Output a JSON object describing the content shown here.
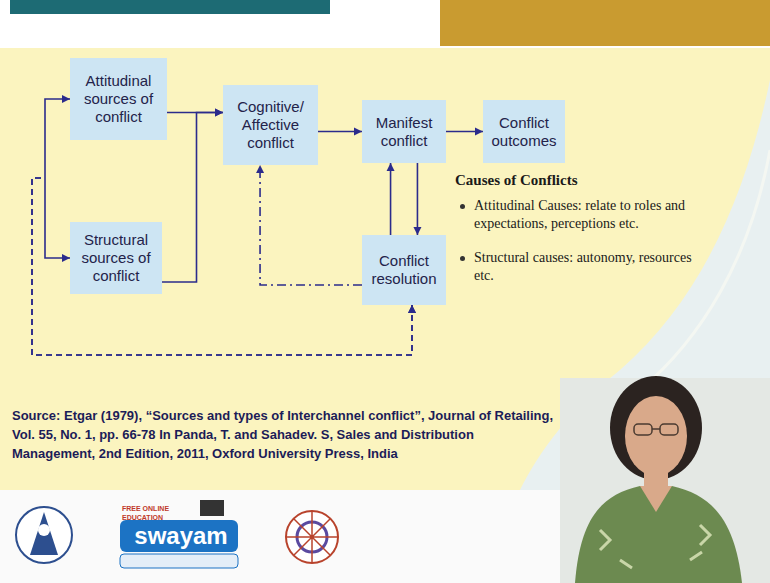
{
  "diagram": {
    "nodes": [
      {
        "text": [
          "Attitudinal sources of conflict"
        ]
      },
      {
        "text": [
          "Structural sources of conflict"
        ]
      },
      {
        "text": [
          "Cognitive/ Affective conflict"
        ]
      },
      {
        "text": [
          "Manifest conflict"
        ]
      },
      {
        "text": [
          "Conflict outcomes"
        ]
      },
      {
        "text": [
          "Conflict resolution"
        ]
      }
    ],
    "edges": [
      {
        "from": 0,
        "to": 2,
        "arrow": "to"
      },
      {
        "from": 1,
        "to": 2,
        "arrow": "to"
      },
      {
        "from": 2,
        "to": 3,
        "arrow": "to"
      },
      {
        "from": 3,
        "to": 4,
        "arrow": "to"
      },
      {
        "from": 3,
        "to": 5,
        "arrow": "to"
      },
      {
        "from": 5,
        "to": 3,
        "arrow": "to"
      },
      {
        "from": 5,
        "to": 2,
        "arrow": "to"
      },
      {
        "from": 5,
        "to": 0,
        "arrow": "both"
      },
      {
        "from": 5,
        "to": 1,
        "arrow": "both"
      }
    ],
    "labels": [
      "Causes of Conflicts",
      "Attitudinal Causes: relate to roles and expectations, perceptions etc.",
      "Structural causes: autonomy, resources etc.",
      "Source: Etgar (1979), “Sources and types of Interchannel conflict”, Journal of Retailing, Vol. 55, No. 1, pp. 66-78 In Panda, T. and Sahadev. S, Sales and Distribution Management, 2nd Edition, 2011, Oxford University Press, India",
      "FREE ONLINE EDUCATION",
      "swayam"
    ]
  }
}
